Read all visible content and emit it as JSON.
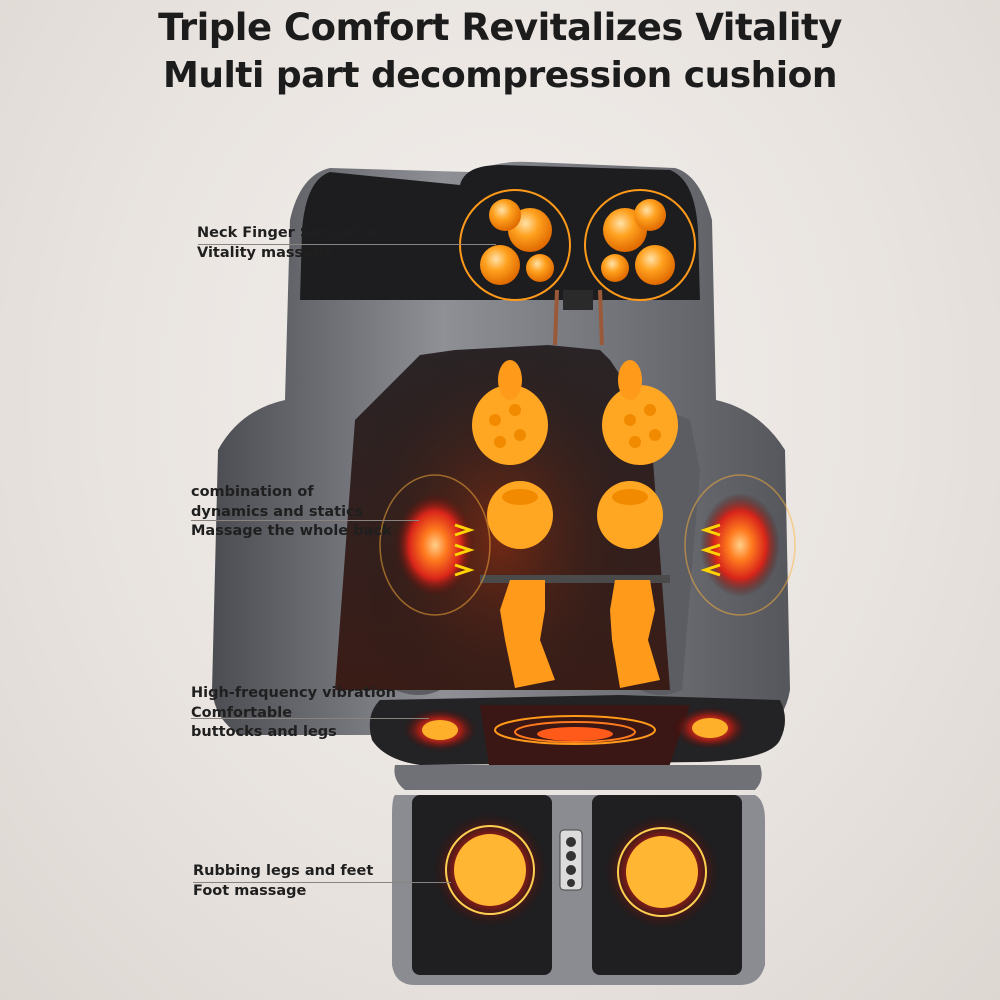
{
  "heading": {
    "line1": "Triple Comfort Revitalizes Vitality",
    "line2": "Multi part decompression cushion"
  },
  "features": [
    {
      "lines": [
        "Neck Finger Sensation",
        "Vitality massage"
      ]
    },
    {
      "lines": [
        "combination of",
        "dynamics and statics",
        "Massage the whole back"
      ]
    },
    {
      "lines": [
        "High-frequency vibration",
        "Comfortable",
        "buttocks and legs"
      ]
    },
    {
      "lines": [
        "Rubbing legs and feet",
        "Foot massage"
      ]
    }
  ],
  "colors": {
    "accent_orange": "#ff9a1a",
    "heat_red": "#e8321a",
    "cushion_dark": "#1f1f21",
    "frame_gray": "#6d6f74"
  },
  "icons": [
    "neck-massage-head-icon",
    "back-roller-icon",
    "heat-pad-icon",
    "vibration-ring-icon",
    "foot-roller-icon",
    "control-panel-icon"
  ]
}
